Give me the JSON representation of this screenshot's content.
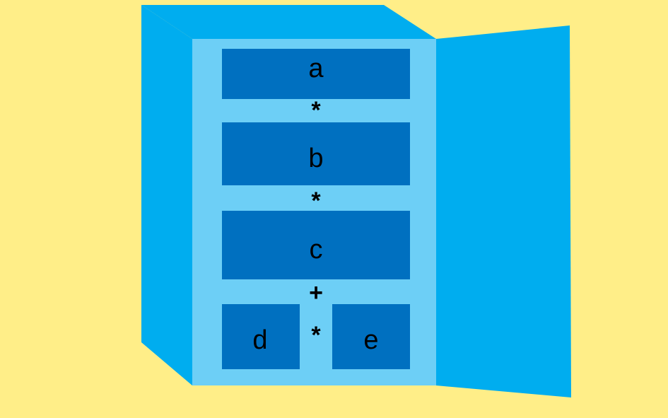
{
  "colors": {
    "background": "#FFEE88",
    "cabinet": "#00ADEF",
    "cabinet_interior": "#6DCFF6",
    "shelf_box": "#0070C0",
    "text": "#000000"
  },
  "boxes": {
    "a": "a",
    "b": "b",
    "c": "c",
    "d": "d",
    "e": "e"
  },
  "operators": {
    "a_b": "*",
    "b_c": "*",
    "c_bottom": "+",
    "d_e": "*"
  }
}
